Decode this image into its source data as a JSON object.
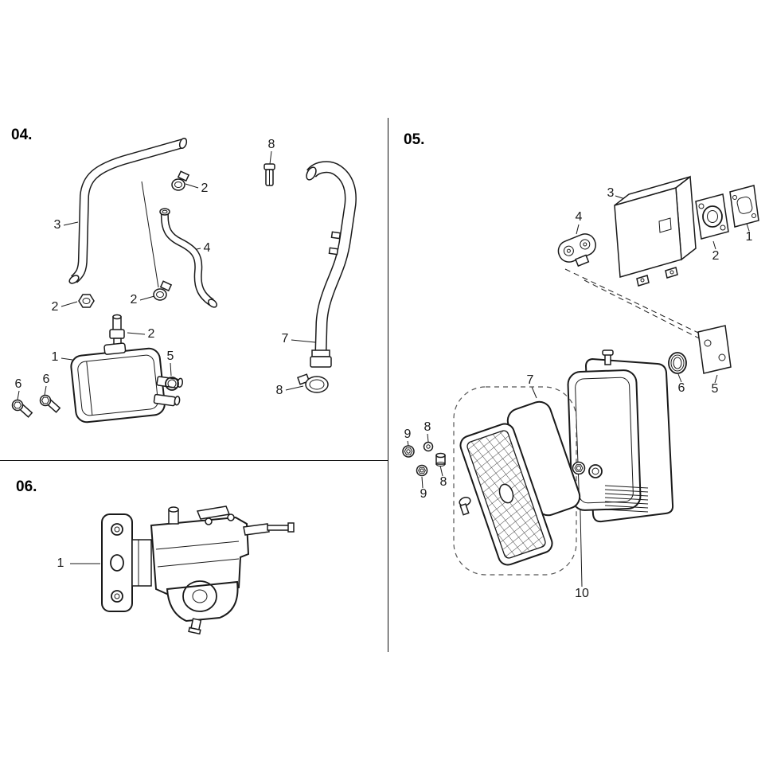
{
  "page": {
    "background": "#ffffff",
    "line_color": "#1a1a1a"
  },
  "sections": {
    "s04": {
      "title": "04.",
      "callouts": [
        {
          "label": "3"
        },
        {
          "label": "2"
        },
        {
          "label": "8"
        },
        {
          "label": "4"
        },
        {
          "label": "2"
        },
        {
          "label": "2"
        },
        {
          "label": "2"
        },
        {
          "label": "7"
        },
        {
          "label": "1"
        },
        {
          "label": "5"
        },
        {
          "label": "6"
        },
        {
          "label": "6"
        },
        {
          "label": "8"
        }
      ]
    },
    "s05": {
      "title": "05.",
      "callouts": [
        {
          "label": "3"
        },
        {
          "label": "4"
        },
        {
          "label": "1"
        },
        {
          "label": "2"
        },
        {
          "label": "7"
        },
        {
          "label": "6"
        },
        {
          "label": "5"
        },
        {
          "label": "9"
        },
        {
          "label": "8"
        },
        {
          "label": "8"
        },
        {
          "label": "9"
        },
        {
          "label": "10"
        }
      ]
    },
    "s06": {
      "title": "06.",
      "callouts": [
        {
          "label": "1"
        }
      ]
    }
  }
}
